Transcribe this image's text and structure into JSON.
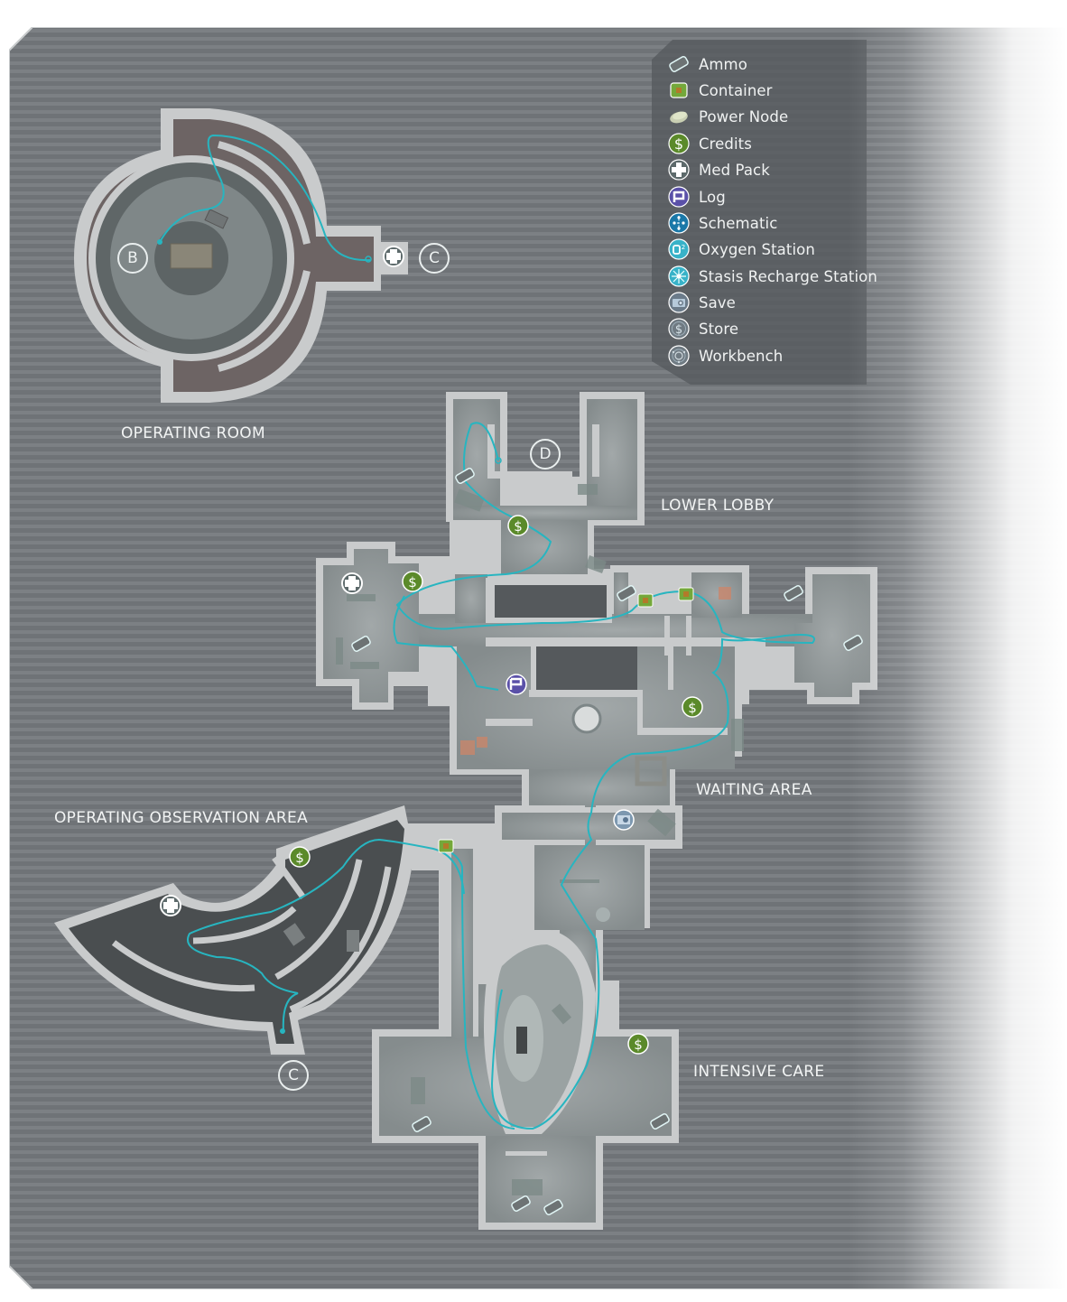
{
  "legend": {
    "items": [
      {
        "icon": "ammo-icon",
        "label": "Ammo"
      },
      {
        "icon": "container-icon",
        "label": "Container"
      },
      {
        "icon": "power-node-icon",
        "label": "Power Node"
      },
      {
        "icon": "credits-icon",
        "label": "Credits"
      },
      {
        "icon": "med-pack-icon",
        "label": "Med Pack"
      },
      {
        "icon": "log-icon",
        "label": "Log"
      },
      {
        "icon": "schematic-icon",
        "label": "Schematic"
      },
      {
        "icon": "oxygen-station-icon",
        "label": "Oxygen Station"
      },
      {
        "icon": "stasis-recharge-station-icon",
        "label": "Stasis Recharge Station"
      },
      {
        "icon": "save-icon",
        "label": "Save"
      },
      {
        "icon": "store-icon",
        "label": "Store"
      },
      {
        "icon": "workbench-icon",
        "label": "Workbench"
      }
    ]
  },
  "areas": {
    "operating_room": "OPERATING ROOM",
    "lower_lobby": "LOWER LOBBY",
    "waiting_area": "WAITING AREA",
    "operating_observation_area": "OPERATING OBSERVATION AREA",
    "intensive_care": "INTENSIVE CARE"
  },
  "markers": {
    "b": "B",
    "c_top": "C",
    "d": "D",
    "c_bottom": "C"
  },
  "colors": {
    "background": "#6e7276",
    "wall": "#c9cbcc",
    "floor": "#8e9596",
    "dark_floor": "#4a4e50",
    "operating_floor": "#6d6464",
    "path": "#27b5c0",
    "credits": "#5b8a2a",
    "log": "#5a50a8",
    "container": "#74a83a"
  }
}
